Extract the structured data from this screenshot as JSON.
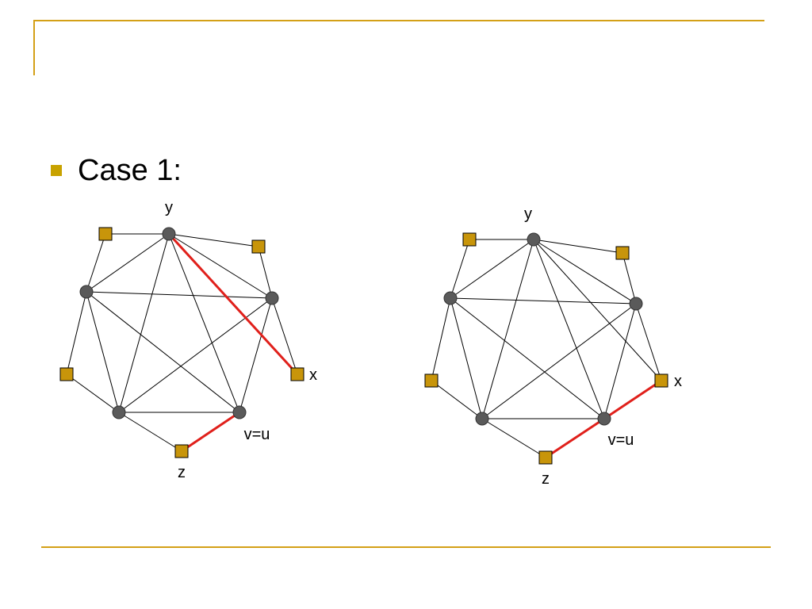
{
  "slide": {
    "bullet_text": "Case 1:",
    "accent_color": "#D4A017"
  },
  "diagram": {
    "circle_color": "#5a5a5a",
    "square_color": "#C8950A",
    "highlight_color": "#E0201B",
    "graphs": [
      {
        "nodes": [
          {
            "id": "y",
            "shape": "circle",
            "label": "y"
          },
          {
            "id": "c2",
            "shape": "circle",
            "label": ""
          },
          {
            "id": "c3",
            "shape": "circle",
            "label": ""
          },
          {
            "id": "c4",
            "shape": "circle",
            "label": ""
          },
          {
            "id": "v",
            "shape": "circle",
            "label": "v=u"
          },
          {
            "id": "s1",
            "shape": "square",
            "label": ""
          },
          {
            "id": "s2",
            "shape": "square",
            "label": ""
          },
          {
            "id": "s3",
            "shape": "square",
            "label": ""
          },
          {
            "id": "x",
            "shape": "square",
            "label": "x"
          },
          {
            "id": "z",
            "shape": "square",
            "label": "z"
          }
        ],
        "edges": [
          [
            "s1",
            "y"
          ],
          [
            "s1",
            "c2"
          ],
          [
            "y",
            "s2"
          ],
          [
            "s2",
            "c3"
          ],
          [
            "y",
            "c2"
          ],
          [
            "y",
            "c3"
          ],
          [
            "y",
            "c4"
          ],
          [
            "y",
            "v"
          ],
          [
            "c2",
            "c3"
          ],
          [
            "c2",
            "c4"
          ],
          [
            "c2",
            "v"
          ],
          [
            "c3",
            "c4"
          ],
          [
            "c3",
            "v"
          ],
          [
            "c4",
            "v"
          ],
          [
            "c2",
            "s3"
          ],
          [
            "s3",
            "c4"
          ],
          [
            "c3",
            "x"
          ],
          [
            "c4",
            "z"
          ]
        ],
        "highlighted": [
          [
            "y",
            "x"
          ],
          [
            "z",
            "v"
          ]
        ]
      },
      {
        "nodes": [
          {
            "id": "y",
            "shape": "circle",
            "label": "y"
          },
          {
            "id": "c2",
            "shape": "circle",
            "label": ""
          },
          {
            "id": "c3",
            "shape": "circle",
            "label": ""
          },
          {
            "id": "c4",
            "shape": "circle",
            "label": ""
          },
          {
            "id": "v",
            "shape": "circle",
            "label": "v=u"
          },
          {
            "id": "s1",
            "shape": "square",
            "label": ""
          },
          {
            "id": "s2",
            "shape": "square",
            "label": ""
          },
          {
            "id": "s3",
            "shape": "square",
            "label": ""
          },
          {
            "id": "x",
            "shape": "square",
            "label": "x"
          },
          {
            "id": "z",
            "shape": "square",
            "label": "z"
          }
        ],
        "edges": [
          [
            "s1",
            "y"
          ],
          [
            "s1",
            "c2"
          ],
          [
            "y",
            "s2"
          ],
          [
            "s2",
            "c3"
          ],
          [
            "y",
            "c2"
          ],
          [
            "y",
            "c3"
          ],
          [
            "y",
            "c4"
          ],
          [
            "y",
            "v"
          ],
          [
            "y",
            "x"
          ],
          [
            "c2",
            "c3"
          ],
          [
            "c2",
            "c4"
          ],
          [
            "c2",
            "v"
          ],
          [
            "c3",
            "c4"
          ],
          [
            "c3",
            "v"
          ],
          [
            "c4",
            "v"
          ],
          [
            "c2",
            "s3"
          ],
          [
            "s3",
            "c4"
          ],
          [
            "c3",
            "x"
          ],
          [
            "c4",
            "z"
          ]
        ],
        "highlighted": [
          [
            "v",
            "x"
          ],
          [
            "z",
            "v"
          ]
        ]
      }
    ]
  }
}
